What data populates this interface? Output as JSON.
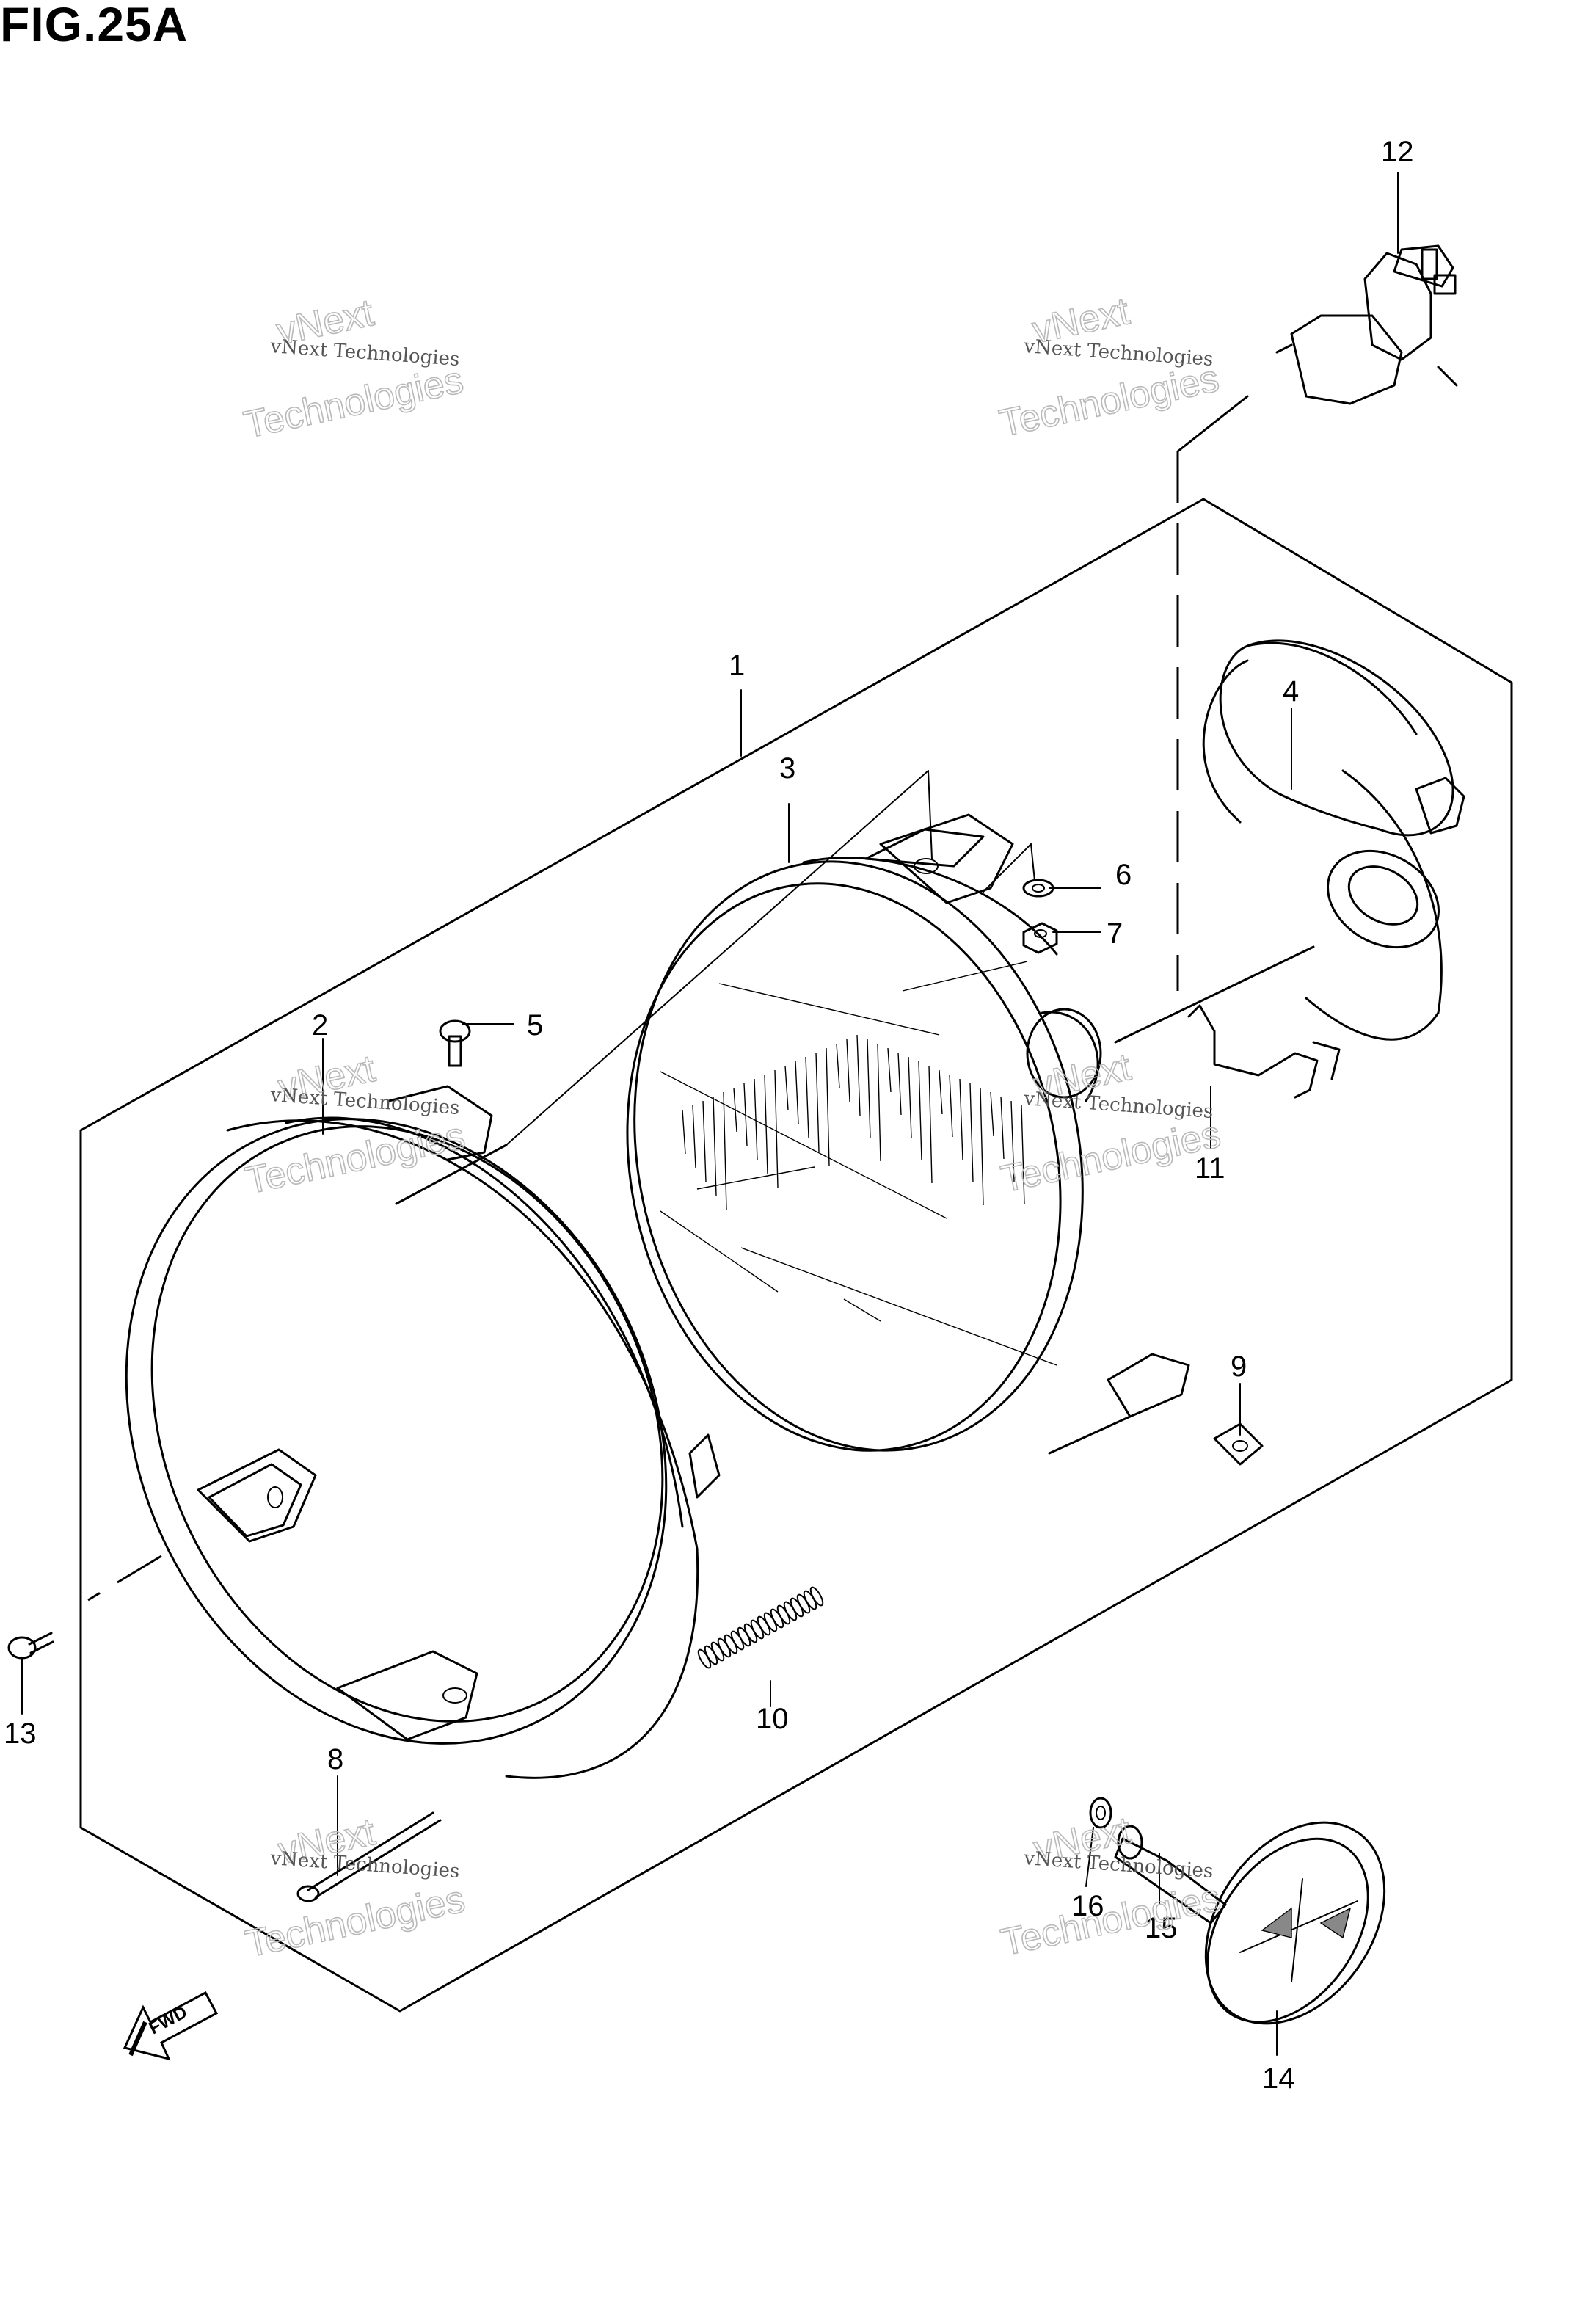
{
  "figure": {
    "title": "FIG.25A"
  },
  "callouts": [
    {
      "id": "1",
      "label": "1"
    },
    {
      "id": "2",
      "label": "2"
    },
    {
      "id": "3",
      "label": "3"
    },
    {
      "id": "4",
      "label": "4"
    },
    {
      "id": "5",
      "label": "5"
    },
    {
      "id": "6",
      "label": "6"
    },
    {
      "id": "7",
      "label": "7"
    },
    {
      "id": "8",
      "label": "8"
    },
    {
      "id": "9",
      "label": "9"
    },
    {
      "id": "10",
      "label": "10"
    },
    {
      "id": "11",
      "label": "11"
    },
    {
      "id": "12",
      "label": "12"
    },
    {
      "id": "13",
      "label": "13"
    },
    {
      "id": "14",
      "label": "14"
    },
    {
      "id": "15",
      "label": "15"
    },
    {
      "id": "16",
      "label": "16"
    }
  ],
  "watermark": {
    "small": "vNext Technologies",
    "large_top": "vNext",
    "large_bottom": "Technologies"
  },
  "direction_arrow": {
    "label": "FWD"
  }
}
